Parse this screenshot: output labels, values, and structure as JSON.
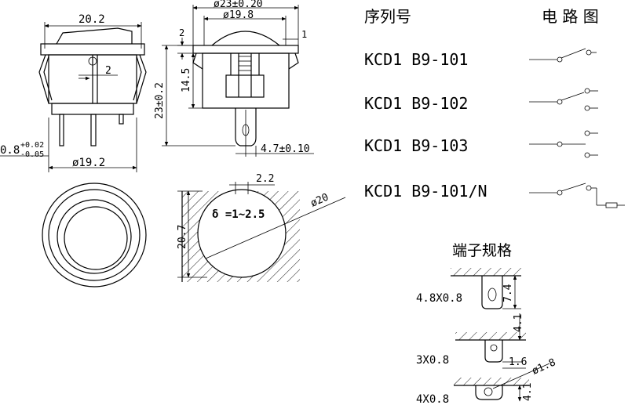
{
  "header": {
    "series_label": "序列号",
    "circuit_label": "电 路 图"
  },
  "models": [
    {
      "code": "KCD1 B9-101"
    },
    {
      "code": "KCD1 B9-102"
    },
    {
      "code": "KCD1 B9-103"
    },
    {
      "code": "KCD1 B9-101/N"
    }
  ],
  "terminals": {
    "title": "端子规格",
    "items": [
      {
        "spec": "4.8X0.8",
        "dims": [
          "7.4"
        ]
      },
      {
        "spec": "3X0.8",
        "dims": [
          "4.1",
          "1.6"
        ]
      },
      {
        "spec": "4X0.8",
        "dims": [
          "ø1.8",
          "4.1"
        ]
      }
    ]
  },
  "side_view": {
    "width": "20.2",
    "body_dia": "ø19.2",
    "pin_small": "2",
    "pin_thickness": "0.8",
    "tol_upper": "+0.02",
    "tol_lower": "-0.05"
  },
  "front_view": {
    "outer_dia": "ø23±0.20",
    "inner_dia": "ø19.8",
    "lip": "2",
    "step": "1",
    "height_total": "23±0.2",
    "height_body": "14.5",
    "pin_width": "4.7±0.10"
  },
  "cutout": {
    "notch": "2.2",
    "dia": "ø20",
    "height": "20.7",
    "panel": "δ =1~2.5"
  }
}
